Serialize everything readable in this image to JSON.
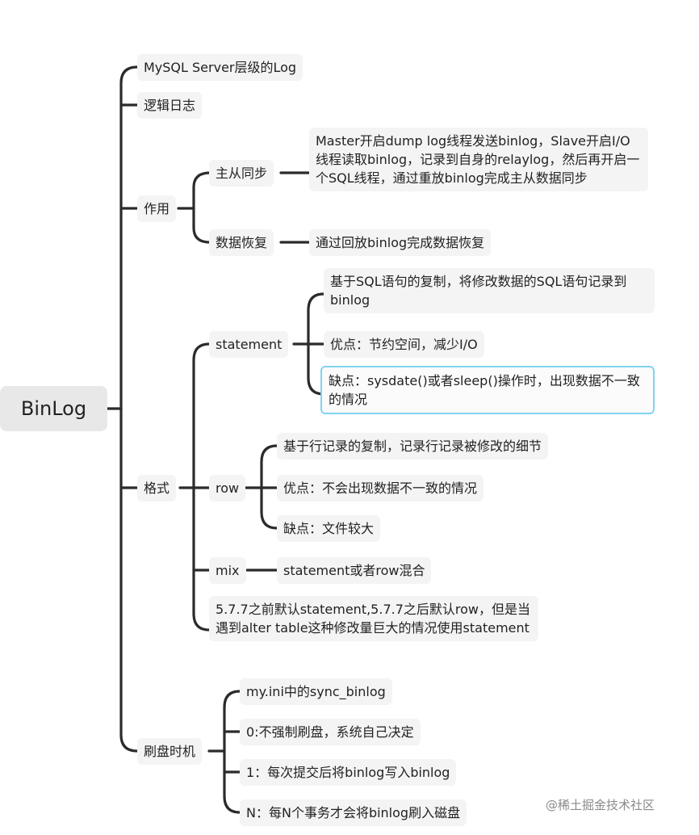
{
  "mindmap": {
    "root": "BinLog",
    "branches": {
      "server_log": "MySQL Server层级的Log",
      "logical_log": "逻辑日志",
      "usage": {
        "label": "作用",
        "master_slave": {
          "label": "主从同步",
          "detail": "Master开启dump log线程发送binlog，Slave开启I/O线程读取binlog，记录到自身的relaylog，然后再开启一个SQL线程，通过重放binlog完成主从数据同步"
        },
        "recovery": {
          "label": "数据恢复",
          "detail": "通过回放binlog完成数据恢复"
        }
      },
      "format": {
        "label": "格式",
        "statement": {
          "label": "statement",
          "items": [
            "基于SQL语句的复制，将修改数据的SQL语句记录到binlog",
            "优点：节约空间，减少I/O",
            "缺点：sysdate()或者sleep()操作时，出现数据不一致的情况"
          ]
        },
        "row": {
          "label": "row",
          "items": [
            "基于行记录的复制，记录行记录被修改的细节",
            "优点：不会出现数据不一致的情况",
            "缺点：文件较大"
          ]
        },
        "mix": {
          "label": "mix",
          "detail": "statement或者row混合"
        },
        "note": "5.7.7之前默认statement,5.7.7之后默认row，但是当遇到alter table这种修改量巨大的情况使用statement"
      },
      "flush": {
        "label": "刷盘时机",
        "items": [
          "my.ini中的sync_binlog",
          "0:不强制刷盘，系统自己决定",
          "1：每次提交后将binlog写入binlog",
          "N：每N个事务才会将binlog刷入磁盘"
        ]
      }
    }
  },
  "watermark": "@稀土掘金技术社区",
  "colors": {
    "line": "#2b2b2b",
    "node_bg": "#f4f4f4",
    "root_bg": "#e8e8e8",
    "selected_border": "#7fd3f0"
  }
}
